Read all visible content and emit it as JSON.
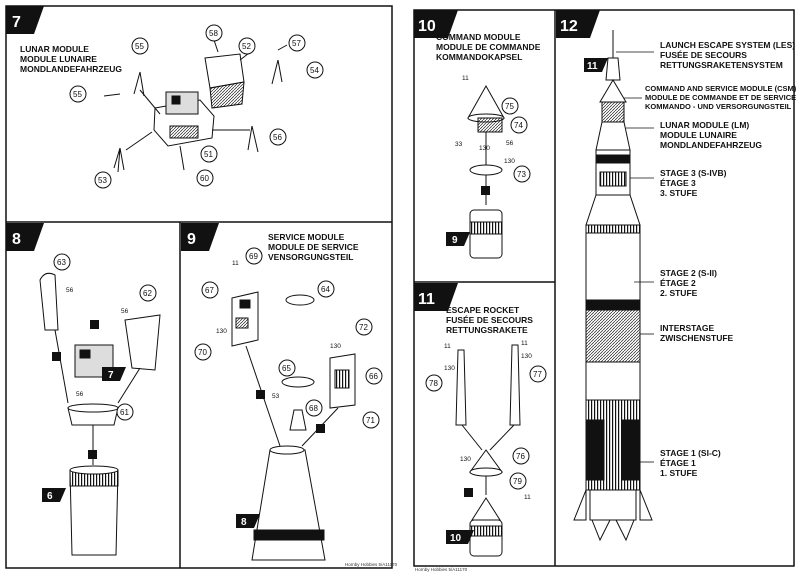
{
  "steps": {
    "s7": {
      "num": "7",
      "title": [
        "LUNAR MODULE",
        "MODULE LUNAIRE",
        "MONDLANDEFAHRZEUG"
      ]
    },
    "s8": {
      "num": "8"
    },
    "s9": {
      "num": "9",
      "title": [
        "SERVICE MODULE",
        "MODULE DE SERVICE",
        "VENSORGUNGSTEIL"
      ]
    },
    "s10": {
      "num": "10",
      "title": [
        "COMMAND MODULE",
        "MODULE DE COMMANDE",
        "KOMMANDOKAPSEL"
      ]
    },
    "s11": {
      "num": "11",
      "title": [
        "ESCAPE ROCKET",
        "FUSÉE DE SECOURS",
        "RETTUNGSRAKETE"
      ]
    },
    "s12": {
      "num": "12"
    }
  },
  "parts": {
    "p55a": "55",
    "p58": "58",
    "p52": "52",
    "p57": "57",
    "p54": "54",
    "p55b": "55",
    "p56a": "56",
    "p51": "51",
    "p53": "53",
    "p60": "60",
    "p63": "63",
    "p62": "62",
    "p61": "61",
    "p56b": "56",
    "p56c": "56",
    "p56d": "56",
    "p69": "69",
    "p67": "67",
    "p64": "64",
    "p70": "70",
    "p72": "72",
    "p65": "65",
    "p66": "66",
    "p68": "68",
    "p71": "71",
    "p53b": "53",
    "p75": "75",
    "p74": "74",
    "p73": "73",
    "p56e": "56",
    "p78": "78",
    "p77": "77",
    "p76": "76",
    "p79": "79"
  },
  "small_nums": {
    "n11": "11",
    "n130": "130",
    "n33": "33"
  },
  "ref_badges": {
    "b7": "7",
    "b6": "6",
    "b8": "8",
    "b9": "9",
    "b10": "10",
    "b11": "11"
  },
  "rocket_labels": [
    [
      "LAUNCH ESCAPE SYSTEM (LES)",
      "FUSÉE DE SECOURS",
      "RETTUNGSRAKETENSYSTEM"
    ],
    [
      "COMMAND AND SERVICE MODULE (CSM)",
      "MODULE DE COMMANDE ET DE SERVICE",
      "KOMMANDO - UND VERSORGUNGSTEIL"
    ],
    [
      "LUNAR MODULE (LM)",
      "MODULE LUNAIRE",
      "MONDLANDEFAHRZEUG"
    ],
    [
      "STAGE 3 (S-IVB)",
      "ÉTAGE 3",
      "3. STUFE"
    ],
    [
      "STAGE 2 (S-II)",
      "ÉTAGE 2",
      "2. STUFE"
    ],
    [
      "INTERSTAGE",
      "ZWISCHENSTUFE"
    ],
    [
      "STAGE 1 (SI-C)",
      "ÉTAGE 1",
      "1. STUFE"
    ]
  ],
  "footer": {
    "left": "Hornby Hobbies 5/A11170",
    "right": "Hornby Hobbies 5/A11170"
  }
}
